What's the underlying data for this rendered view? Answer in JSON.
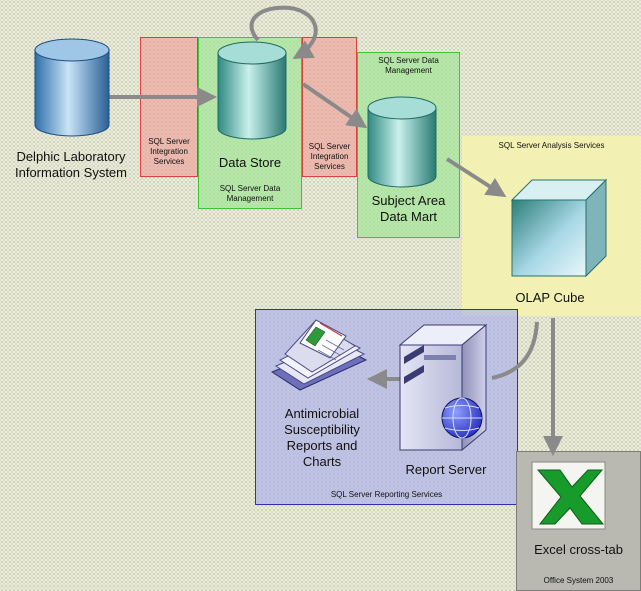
{
  "nodes": {
    "source": {
      "label": "Delphic Laboratory\nInformation System"
    },
    "data_store": {
      "label": "Data Store"
    },
    "data_mart": {
      "label": "Subject Area\nData Mart"
    },
    "olap": {
      "label": "OLAP Cube"
    },
    "reports": {
      "label": "Antimicrobial\nSusceptibility\nReports and\nCharts"
    },
    "report_server": {
      "label": "Report Server"
    },
    "excel": {
      "label": "Excel cross-tab"
    }
  },
  "zones": {
    "ssis1": {
      "label": "SQL Server\nIntegration\nServices",
      "color": "#f2a7a3"
    },
    "ssdm1": {
      "label": "SQL Server Data\nManagement",
      "color": "#a9eaa0"
    },
    "ssis2": {
      "label": "SQL Server\nIntegration\nServices",
      "color": "#f2a7a3"
    },
    "ssdm2": {
      "label": "SQL Server Data\nManagement",
      "color": "#a9eaa0"
    },
    "ssas": {
      "label": "SQL Server Analysis Services",
      "color": "#f7f4b0"
    },
    "ssrs": {
      "label": "SQL Server Reporting Services",
      "color": "#c6c9ef"
    },
    "office": {
      "label": "Office System 2003",
      "color": "#bbbbb4"
    }
  }
}
